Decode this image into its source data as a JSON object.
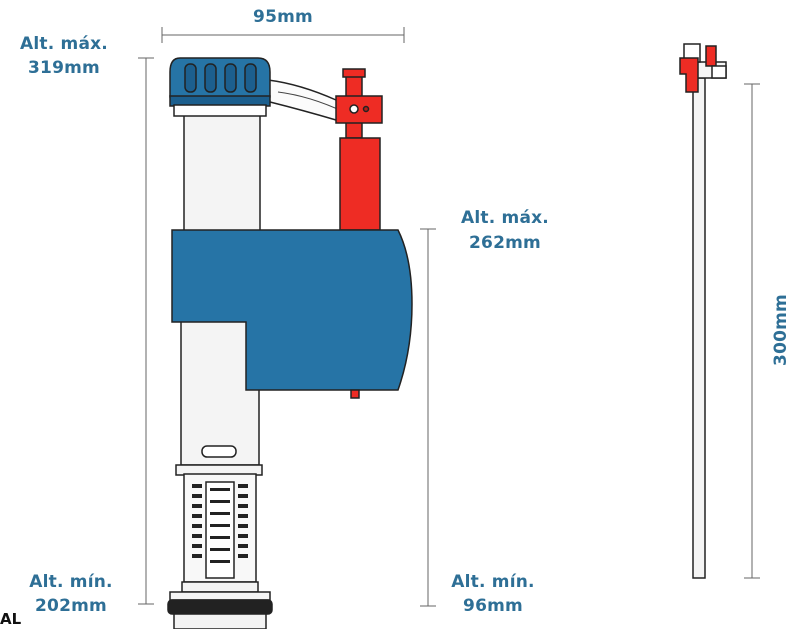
{
  "colors": {
    "label": "#2e6f96",
    "body_blue": "#2674a6",
    "dark_blue": "#1c5f8e",
    "red": "#ee2c24",
    "dark_red": "#b4201a",
    "outline": "#222222",
    "tube_fill": "#f4f4f4",
    "dim_line": "#666666"
  },
  "labels": {
    "width_dim": "95mm",
    "left_max_title": "Alt. máx.",
    "left_max_value": "319mm",
    "left_min_title": "Alt. mín.",
    "left_min_value": "202mm",
    "right_max_title": "Alt. máx.",
    "right_max_value": "262mm",
    "right_min_title": "Alt. mín.",
    "right_min_value": "96mm",
    "tube_length": "300mm",
    "edge_fragment": "AL"
  }
}
